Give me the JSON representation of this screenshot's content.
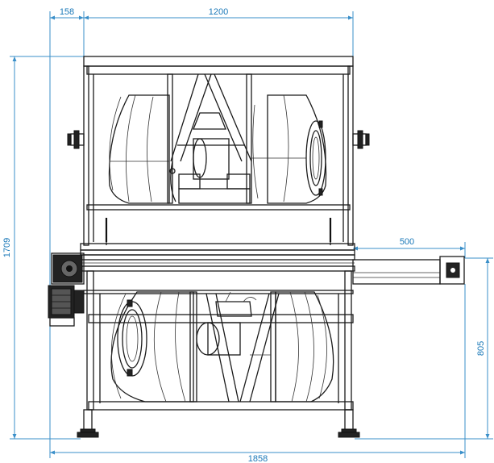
{
  "dimensions": {
    "top_left": "158",
    "top_main": "1200",
    "total_height": "1709",
    "conveyor_length": "500",
    "lower_height": "805",
    "total_width": "1858"
  },
  "colors": {
    "dimension_lines": "#3a8fc9",
    "dimension_text": "#1a78b8",
    "drawing_lines": "#1a1a1a"
  }
}
